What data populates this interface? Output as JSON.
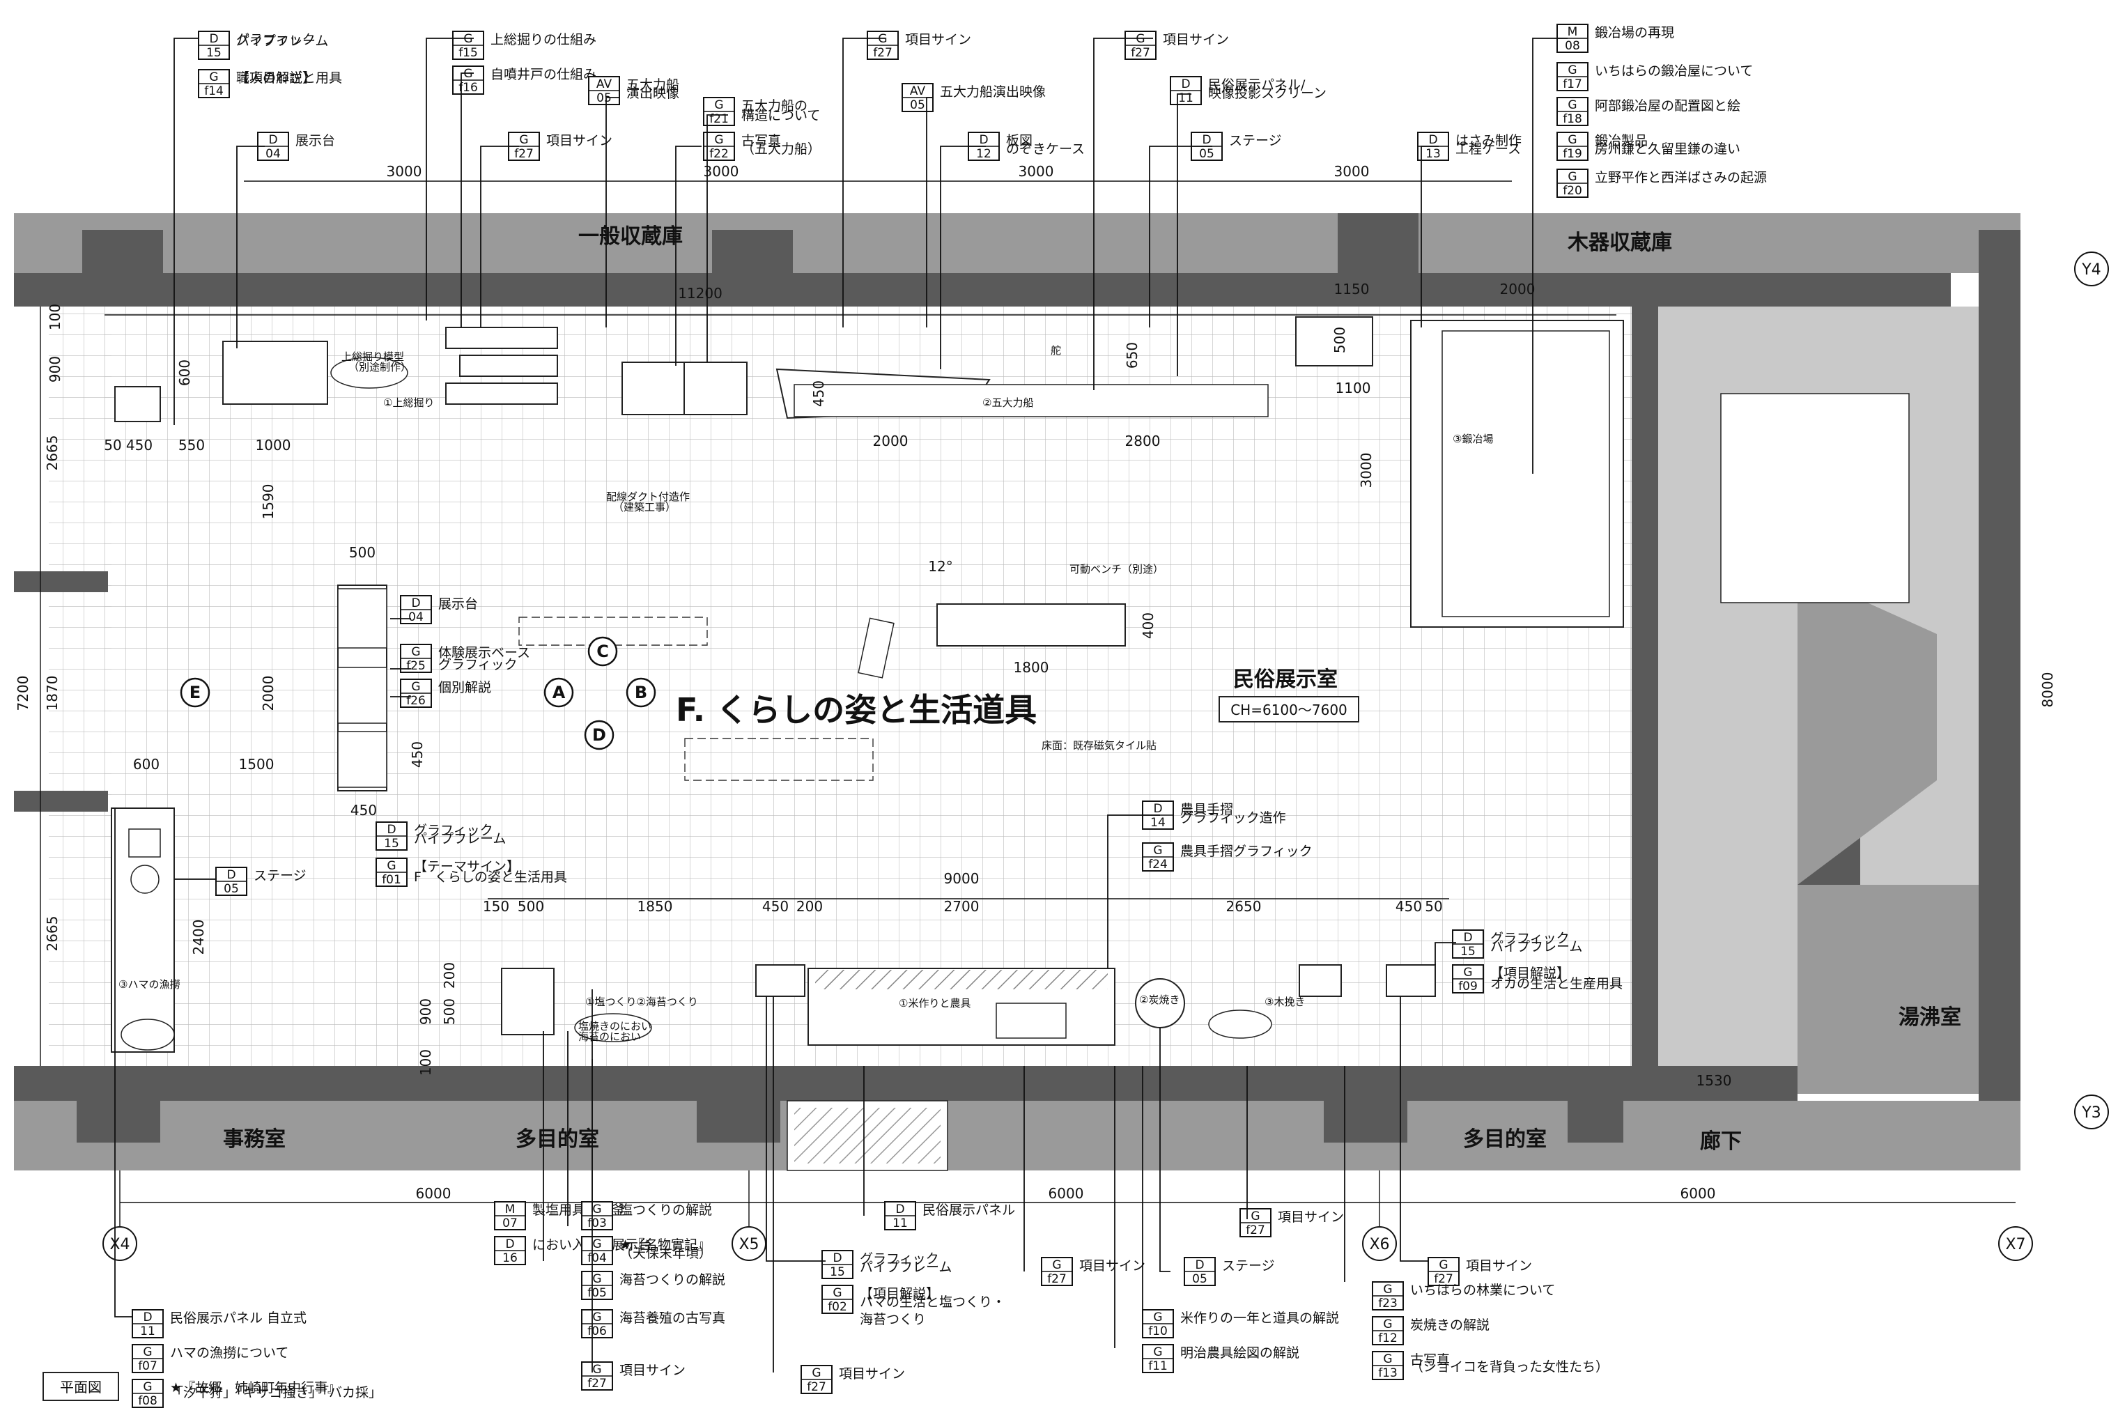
{
  "tags": {
    "t1": {
      "type": "D",
      "code": "15",
      "label": "グラフィック"
    },
    "t1b": {
      "label": "パイプフレーム"
    },
    "t2": {
      "type": "G",
      "code": "f14",
      "label": "【項目解説】"
    },
    "t2b": {
      "label": "職人のわざと用具"
    },
    "t3": {
      "type": "G",
      "code": "f15",
      "label": "上総掘りの仕組み"
    },
    "t4": {
      "type": "G",
      "code": "f16",
      "label": "自噴井戸の仕組み"
    },
    "t5": {
      "type": "AV",
      "code": "05",
      "label": "五大力船"
    },
    "t5b": {
      "label": "演出映像"
    },
    "t6": {
      "type": "G",
      "code": "f27",
      "label": "項目サイン"
    },
    "t7": {
      "type": "G",
      "code": "f21",
      "label": "五大力船の"
    },
    "t7b": {
      "label": "構造について"
    },
    "t8": {
      "type": "G",
      "code": "f22",
      "label": "古写真"
    },
    "t8b": {
      "label": "（五大力船）"
    },
    "t9": {
      "type": "AV",
      "code": "05",
      "label": "五大力船演出映像"
    },
    "t10": {
      "type": "G",
      "code": "f27",
      "label": "項目サイン"
    },
    "t11": {
      "type": "D",
      "code": "11",
      "label": "民俗展示パネル/"
    },
    "t11b": {
      "label": "映像投影スクリーン"
    },
    "t12": {
      "type": "D",
      "code": "12",
      "label": "板図"
    },
    "t12b": {
      "label": "のぞきケース"
    },
    "t13": {
      "type": "D",
      "code": "05",
      "label": "ステージ"
    },
    "t14": {
      "type": "D",
      "code": "13",
      "label": "はさみ制作"
    },
    "t14b": {
      "label": "工程ケース"
    },
    "t15": {
      "type": "M",
      "code": "08",
      "label": "鍛冶場の再現"
    },
    "t16": {
      "type": "G",
      "code": "f17",
      "label": "いちはらの鍛冶屋について"
    },
    "t17": {
      "type": "G",
      "code": "f18",
      "label": "阿部鍛冶屋の配置図と絵"
    },
    "t18": {
      "type": "G",
      "code": "f19",
      "label": "鍛冶製品"
    },
    "t18b": {
      "label": "房州鎌と久留里鎌の違い"
    },
    "t19": {
      "type": "G",
      "code": "f20",
      "label": "立野平作と西洋ばさみの起源"
    },
    "t20": {
      "type": "D",
      "code": "04",
      "label": "展示台"
    },
    "t21": {
      "type": "G",
      "code": "f27",
      "label": "項目サイン"
    },
    "t22": {
      "type": "D",
      "code": "04",
      "label": "展示台"
    },
    "t23": {
      "type": "G",
      "code": "f25",
      "label": "体験展示ベース"
    },
    "t23b": {
      "label": "グラフィック"
    },
    "t24": {
      "type": "G",
      "code": "f26",
      "label": "個別解説"
    },
    "t25": {
      "type": "D",
      "code": "15",
      "label": "グラフィック"
    },
    "t25b": {
      "label": "パイプフレーム"
    },
    "t26": {
      "type": "G",
      "code": "f01",
      "label": "【テーマサイン】"
    },
    "t26b": {
      "label": "F　くらしの姿と生活用具"
    },
    "t27": {
      "type": "D",
      "code": "05",
      "label": "ステージ"
    },
    "t28": {
      "type": "D",
      "code": "14",
      "label": "農具手摺"
    },
    "t28b": {
      "label": "グラフィック造作"
    },
    "t29": {
      "type": "G",
      "code": "f24",
      "label": "農具手摺グラフィック"
    },
    "t30": {
      "type": "D",
      "code": "15",
      "label": "グラフィック"
    },
    "t30b": {
      "label": "パイプフレーム"
    },
    "t31": {
      "type": "G",
      "code": "f09",
      "label": "【項目解説】"
    },
    "t31b": {
      "label": "オカの生活と生産用具"
    },
    "b1": {
      "type": "M",
      "code": "07",
      "label": "製塩用具　塩釜"
    },
    "b2": {
      "type": "D",
      "code": "16",
      "label": "におい入れ付展示台"
    },
    "b3": {
      "type": "G",
      "code": "f03",
      "label": "塩つくりの解説"
    },
    "b4": {
      "type": "G",
      "code": "f04",
      "label": "★『名物實記』"
    },
    "b4b": {
      "label": "（天保末年頃）"
    },
    "b5": {
      "type": "G",
      "code": "f05",
      "label": "海苔つくりの解説"
    },
    "b6": {
      "type": "G",
      "code": "f06",
      "label": "海苔養殖の古写真"
    },
    "b7": {
      "type": "G",
      "code": "f27",
      "label": "項目サイン"
    },
    "b8": {
      "type": "D",
      "code": "11",
      "label": "民俗展示パネル"
    },
    "b9": {
      "type": "D",
      "code": "15",
      "label": "グラフィック"
    },
    "b9b": {
      "label": "パイプフレーム"
    },
    "b10": {
      "type": "G",
      "code": "f02",
      "label": "【項目解説】"
    },
    "b10b": {
      "label": "ハマの生活と塩つくり・"
    },
    "b10c": {
      "label": "海苔つくり"
    },
    "b11": {
      "type": "G",
      "code": "f27",
      "label": "項目サイン"
    },
    "b12": {
      "type": "G",
      "code": "f27",
      "label": "項目サイン"
    },
    "b13": {
      "type": "D",
      "code": "05",
      "label": "ステージ"
    },
    "b14": {
      "type": "G",
      "code": "f27",
      "label": "項目サイン"
    },
    "b15": {
      "type": "G",
      "code": "f10",
      "label": "米作りの一年と道具の解説"
    },
    "b16": {
      "type": "G",
      "code": "f11",
      "label": "明治農具絵図の解説"
    },
    "b17": {
      "type": "G",
      "code": "f27",
      "label": "項目サイン"
    },
    "b18": {
      "type": "G",
      "code": "f23",
      "label": "いちはらの林業について"
    },
    "b19": {
      "type": "G",
      "code": "f12",
      "label": "炭焼きの解説"
    },
    "b20": {
      "type": "G",
      "code": "f13",
      "label": "古写真"
    },
    "b20b": {
      "label": "（ショイコを背負った女性たち）"
    },
    "b21": {
      "type": "D",
      "code": "11",
      "label": "民俗展示パネル 自立式"
    },
    "b22": {
      "type": "G",
      "code": "f07",
      "label": "ハマの漁撈について"
    },
    "b23": {
      "type": "G",
      "code": "f08",
      "label": "★『故郷　姉崎町年中行事』"
    },
    "b23b": {
      "label": "「汐干狩」「キサゴ掻き」「バカ採」"
    }
  },
  "rooms": {
    "storage_general": "一般収蔵庫",
    "storage_wood": "木器収蔵庫",
    "office": "事務室",
    "multipurpose_1": "多目的室",
    "multipurpose_2": "多目的室",
    "corridor": "廊下",
    "boiler": "湯沸室",
    "folk_room": "民俗展示室",
    "ceiling": "CH=6100～7600"
  },
  "title": "F. くらしの姿と生活道具",
  "plan_label": "平面図",
  "axes": {
    "x4": "X4",
    "x5": "X5",
    "x6": "X6",
    "x7": "X7",
    "y3": "Y3",
    "y4": "Y4"
  },
  "views": {
    "a": "A",
    "b": "B",
    "c": "C",
    "d": "D",
    "e": "E"
  },
  "notes": {
    "model": "上総掘り模型",
    "model_b": "（別途制作）",
    "kazusa": "①上総掘り",
    "boat": "②五大力船",
    "rudder": "舵",
    "smithy": "③鍛冶場",
    "duct": "配線ダクト付造作",
    "duct_b": "（建築工事）",
    "angle": "12°",
    "bench": "可動ベンチ（別途）",
    "floor": "床面：既存磁気タイル貼",
    "salt": "①塩つくり②海苔つくり",
    "smell": "塩焼きのにおい",
    "smell_b": "海苔のにおい",
    "rice": "①米作りと農具",
    "charcoal": "②炭焼き",
    "wood": "③木挽き",
    "fishing": "③ハマの漁撈"
  },
  "dims": {
    "d3000a": "3000",
    "d3000b": "3000",
    "d3000c": "3000",
    "d3000d": "3000",
    "d11200": "11200",
    "d1150": "1150",
    "d2000t": "2000",
    "d500a": "500",
    "d1100": "1100",
    "d650": "650",
    "d450b": "450",
    "d600v": "600",
    "d100a": "100",
    "d900a": "900",
    "d2665a": "2665",
    "d50": "50",
    "d450a": "450",
    "d550": "550",
    "d1000": "1000",
    "d2000b": "2000",
    "d2800": "2800",
    "d3000v": "3000",
    "d1590": "1590",
    "d500w": "500",
    "d7200": "7200",
    "d1870": "1870",
    "d2000v": "2000",
    "d450v": "450",
    "d600": "600",
    "d1500": "1500",
    "d450c": "450",
    "d400": "400",
    "d1800": "1800",
    "d8000": "8000",
    "d9000": "9000",
    "d150": "150",
    "d500c": "500",
    "d1850": "1850",
    "d450d": "450",
    "d200": "200",
    "d2700": "2700",
    "d2650": "2650",
    "d450e": "450",
    "d50b": "50",
    "d2665b": "2665",
    "d2400": "2400",
    "d200v": "200",
    "d900v": "900",
    "d500v": "500",
    "d100b": "100",
    "d1530": "1530",
    "d6000a": "6000",
    "d6000b": "6000",
    "d6000c": "6000"
  }
}
